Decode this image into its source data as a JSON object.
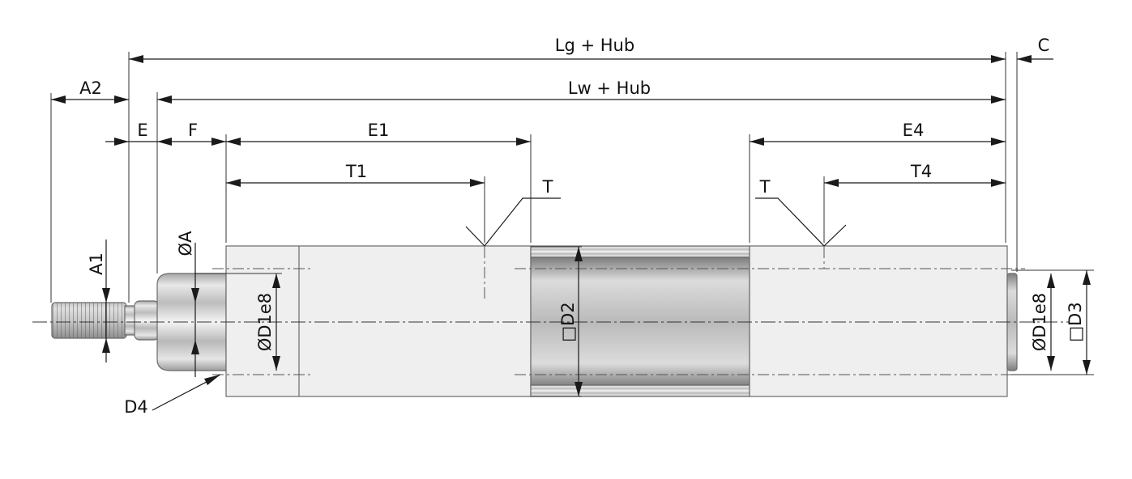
{
  "labels": {
    "lg_hub": "Lg + Hub",
    "lw_hub": "Lw + Hub",
    "c": "C",
    "a2": "A2",
    "e": "E",
    "f": "F",
    "e1": "E1",
    "e4": "E4",
    "t1": "T1",
    "t4": "T4",
    "t_left": "T",
    "t_right": "T",
    "a1": "A1",
    "oa": "ØA",
    "od1e8_left": "ØD1e8",
    "d2": "□D2",
    "od1e8_right": "ØD1e8",
    "d3": "□D3",
    "d4": "D4"
  },
  "colors": {
    "line": "#1a1a1a",
    "body_fill": "#efefef",
    "rod_light": "#f2f2f2",
    "rod_dark": "#9a9a9a"
  }
}
